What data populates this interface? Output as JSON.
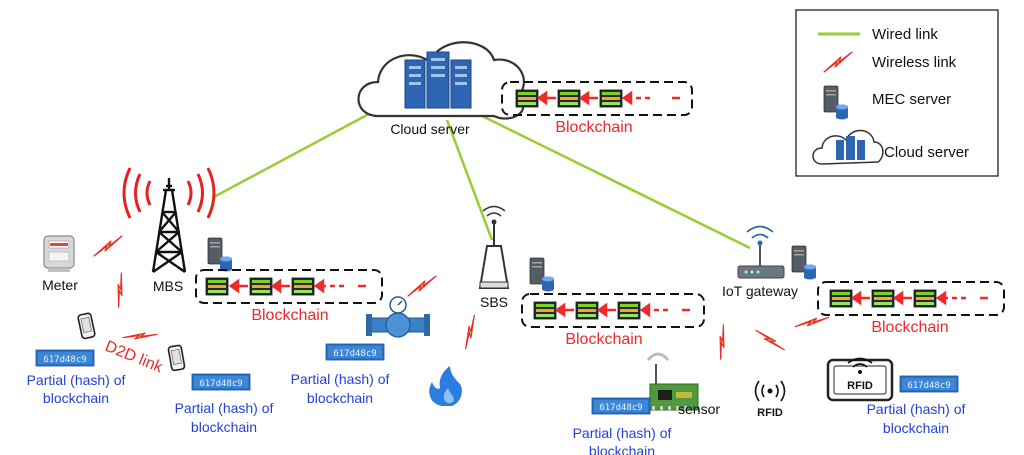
{
  "legend": {
    "wired": "Wired link",
    "wireless": "Wireless link",
    "mec": "MEC server",
    "cloud": "Cloud server"
  },
  "nodes": {
    "cloud_server": "Cloud server",
    "mbs": "MBS",
    "sbs": "SBS",
    "iot_gateway": "IoT gateway",
    "meter": "Meter",
    "sensor": "sensor",
    "rfid_reader": "RFID",
    "rfid_tag": "RFID"
  },
  "link_labels": {
    "d2d": "D2D link"
  },
  "blockchain_label": "Blockchain",
  "hash_code": "617d48c9",
  "partial_hash": {
    "line1": "Partial (hash) of",
    "line2": "blockchain"
  },
  "colors": {
    "wired": "#9acd32",
    "wireless": "#ee2a2a",
    "blockchain_text": "#ee2a2a",
    "partial_text": "#2441d8",
    "server": "#2f66b3"
  }
}
